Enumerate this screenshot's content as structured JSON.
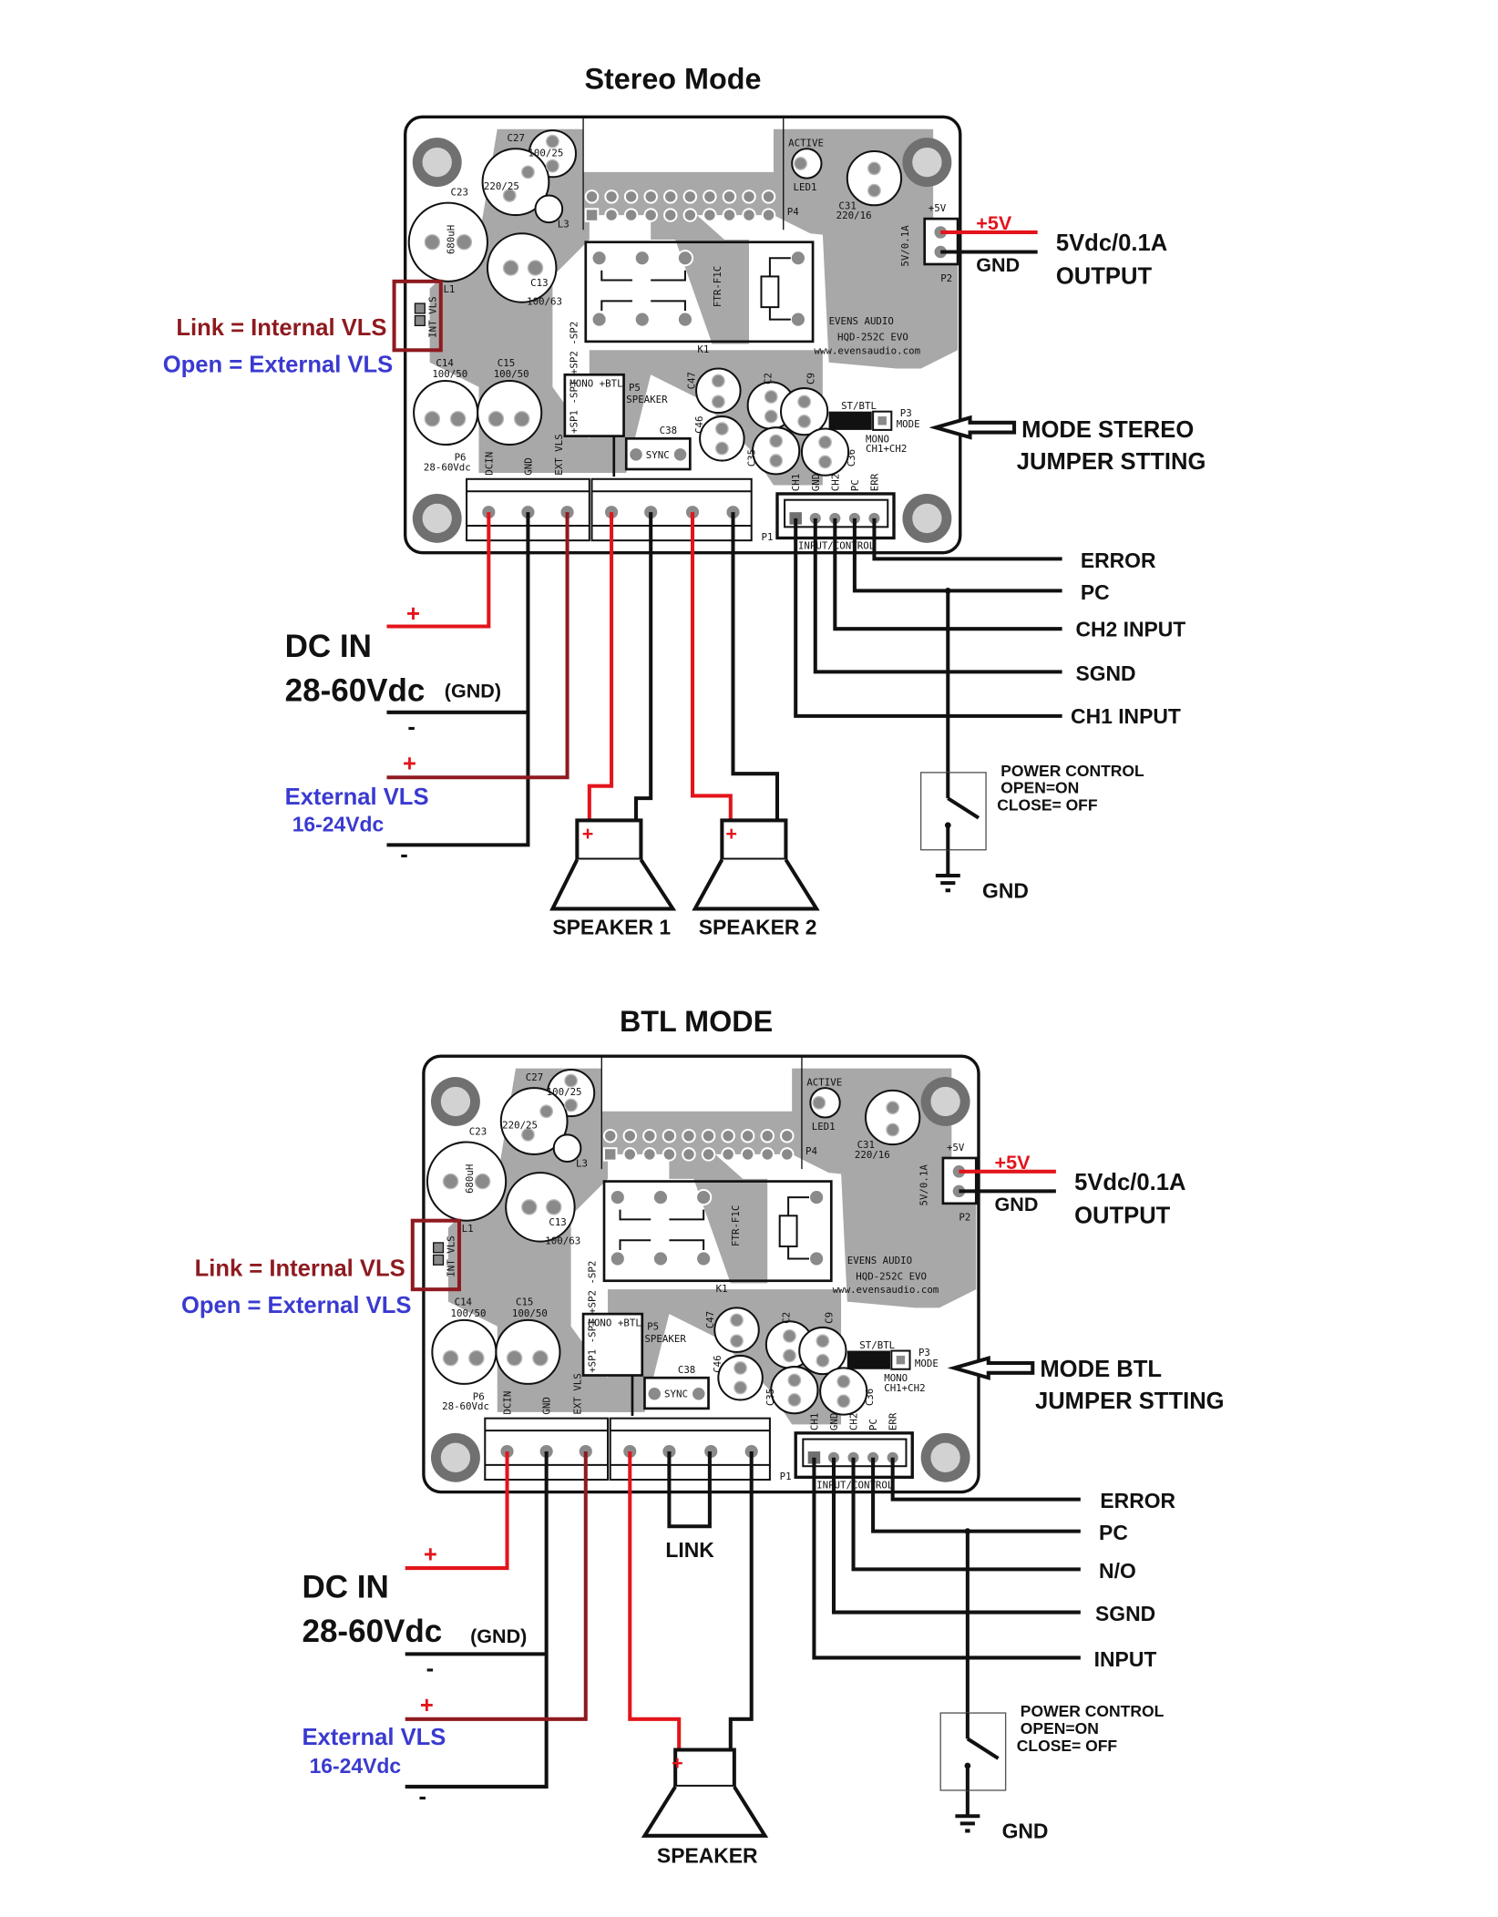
{
  "stereo": {
    "title": "Stereo Mode",
    "link_label": "Link = Internal VLS",
    "open_label": "Open = External VLS",
    "plus5v": "+5V",
    "gnd_out": "GND",
    "output_spec": "5Vdc/0.1A",
    "output_label": "OUTPUT",
    "mode_line1": "MODE STEREO",
    "mode_line2": "JUMPER STTING",
    "control_wires": [
      "ERROR",
      "PC",
      "CH2 INPUT",
      "SGND",
      "CH1 INPUT"
    ],
    "power_control": [
      "POWER CONTROL",
      "OPEN=ON",
      "CLOSE= OFF"
    ],
    "gnd": "GND",
    "dc_in": "DC IN",
    "dc_range": "28-60Vdc",
    "dc_gnd": "(GND)",
    "plus": "+",
    "minus": "-",
    "ext_vls": "External VLS",
    "ext_range": "16-24Vdc",
    "speaker1": "SPEAKER 1",
    "speaker2": "SPEAKER 2"
  },
  "btl": {
    "title": "BTL MODE",
    "link_label": "Link = Internal VLS",
    "open_label": "Open = External VLS",
    "plus5v": "+5V",
    "gnd_out": "GND",
    "output_spec": "5Vdc/0.1A",
    "output_label": "OUTPUT",
    "mode_line1": "MODE  BTL",
    "mode_line2": "JUMPER STTING",
    "control_wires": [
      "ERROR",
      "PC",
      "N/O",
      "SGND",
      "INPUT"
    ],
    "power_control": [
      "POWER CONTROL",
      "OPEN=ON",
      "CLOSE= OFF"
    ],
    "gnd": "GND",
    "dc_in": "DC IN",
    "dc_range": "28-60Vdc",
    "dc_gnd": "(GND)",
    "plus": "+",
    "minus": "-",
    "ext_vls": "External VLS",
    "ext_range": "16-24Vdc",
    "link": "LINK",
    "speaker": "SPEAKER"
  },
  "pcb": {
    "brand": "EVENS AUDIO",
    "model": "HQD-252C EVO",
    "url": "www.evensaudio.com",
    "c27": "C27",
    "c27v": "100/25",
    "c23": "C23",
    "c23v": "220/25",
    "l1v": "680uH",
    "l1": "L1",
    "l3": "L3",
    "c13": "C13",
    "c13v": "100/63",
    "c14": "C14",
    "c14v": "100/50",
    "c15": "C15",
    "c15v": "100/50",
    "int_vls": "INT VLS",
    "active": "ACTIVE",
    "led1": "LED1",
    "c31": "C31",
    "c31v": "220/16",
    "p4": "P4",
    "p2": "P2",
    "p2v": "5V/0.1A",
    "p2plus": "+5V",
    "k1": "K1",
    "relay": "FTR-F1C",
    "p5": "P5",
    "p5b": "SPEAKER",
    "mono_btl": "MONO +BTL",
    "sp_pins": "+SP1 -SP1 +SP2 -SP2",
    "c38": "C38",
    "sync": "SYNC",
    "c47": "C47",
    "c46": "C46",
    "c2": "C2",
    "c9": "C9",
    "c35": "C35",
    "c36": "C36",
    "st_btl": "ST/BTL",
    "p3": "P3",
    "mode": "MODE",
    "mono": "MONO",
    "ch1ch2": "CH1+CH2",
    "p6": "P6",
    "p6v": "28-60Vdc",
    "dcin": "DCIN",
    "gnd": "GND",
    "ext": "EXT VLS",
    "p1": "P1",
    "p1v": "INPUT/CONTROL",
    "p1_pins": [
      "CH1",
      "GND",
      "CH2",
      "PC",
      "ERR"
    ]
  },
  "colors": {
    "positive": "#e3141b",
    "vls_positive": "#8e1a1f",
    "link_label": "#8e1a1f",
    "open_label": "#3a3ad0",
    "pcb_copper": "#a6a6a6"
  }
}
